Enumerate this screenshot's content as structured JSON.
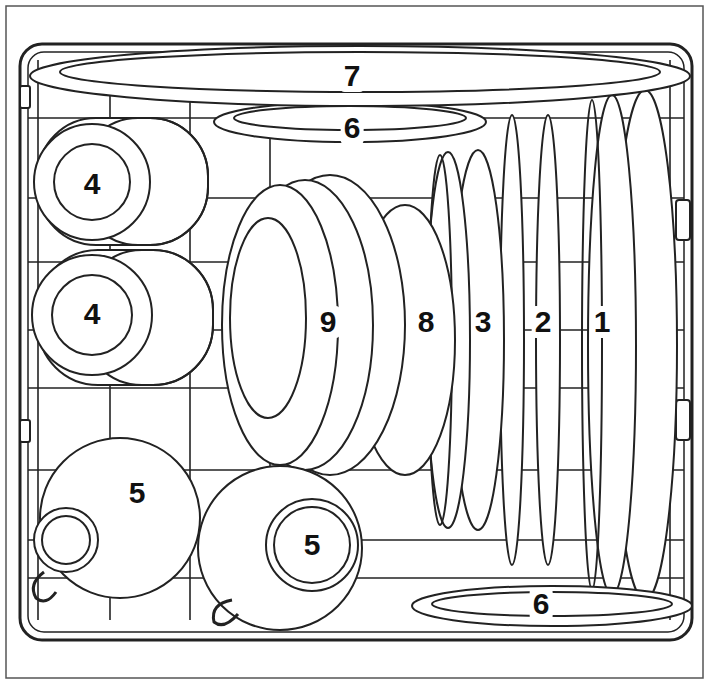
{
  "diagram": {
    "labels": [
      "7",
      "6",
      "4",
      "9",
      "8",
      "3",
      "2",
      "1",
      "4",
      "5",
      "5",
      "6"
    ]
  }
}
